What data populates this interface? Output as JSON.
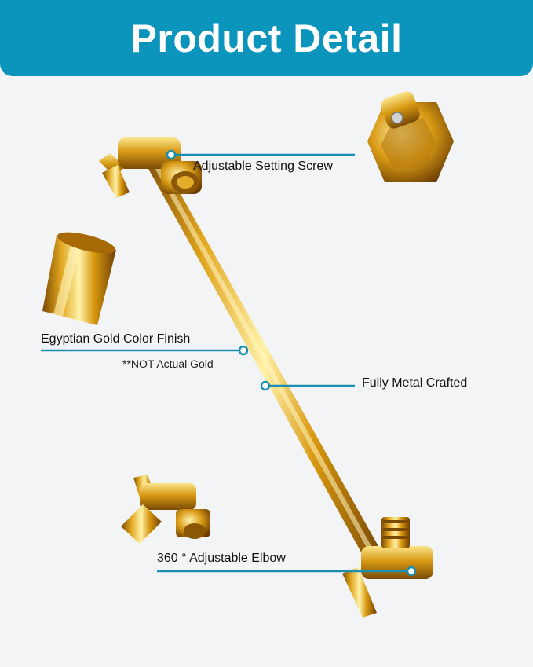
{
  "header": {
    "title": "Product Detail"
  },
  "callouts": {
    "setting_screw": "Adjustable Setting Screw",
    "finish": "Egyptian Gold Color Finish",
    "finish_note": "**NOT Actual Gold",
    "metal": "Fully Metal Crafted",
    "elbow": "360 ° Adjustable Elbow"
  },
  "colors": {
    "banner": "#0b95bd",
    "callout_line": "#1a8fb0",
    "gold": "#d9a21a",
    "background": "#f3f4f6"
  }
}
